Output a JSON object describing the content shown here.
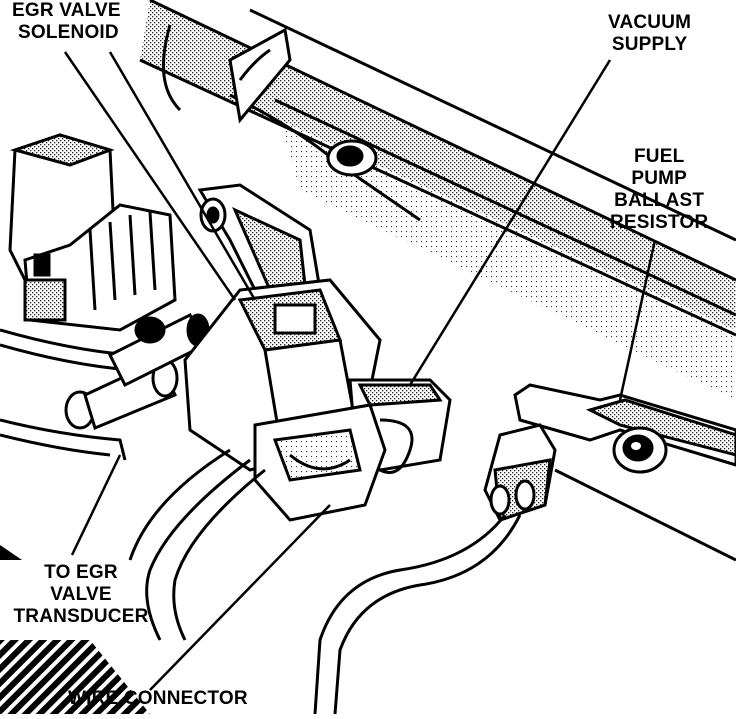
{
  "title": "",
  "labels": {
    "egr_valve_solenoid": [
      "EGR VALVE",
      "SOLENOID"
    ],
    "vacuum_supply": [
      "VACUUM",
      "SUPPLY"
    ],
    "fuel_pump_ballast_resistor": [
      "FUEL",
      "PUMP",
      "BALLAST",
      "RESISTOR"
    ],
    "to_egr_valve_transducer": [
      "TO EGR",
      "VALVE",
      "TRANSDUCER"
    ],
    "wire_connector": [
      "WIRE CONNECTOR"
    ]
  },
  "colors": {
    "ink": "#000000",
    "paper": "#ffffff",
    "shade": "#bdbdbd"
  }
}
